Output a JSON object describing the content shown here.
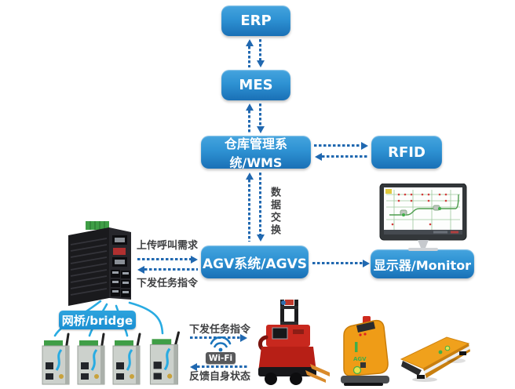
{
  "colors": {
    "node_top": "#45a4de",
    "node_bottom": "#1a70b6",
    "arrow": "#2068b0",
    "bridge": "#1b8fd2",
    "link": "#29abe2",
    "label_ink": "#3f4042",
    "badge": "#58595b"
  },
  "nodes": {
    "erp": {
      "label": "ERP"
    },
    "mes": {
      "label": "MES"
    },
    "wms": {
      "label": "仓库管理系统/WMS"
    },
    "rfid": {
      "label": "RFID"
    },
    "agvs": {
      "label": "AGV系统/AGVS"
    },
    "monitor": {
      "label": "显示器/Monitor"
    },
    "bridge": {
      "label": "网桥/bridge"
    }
  },
  "edge_labels": {
    "data_exchange": "数据交换",
    "upload_call_request": "上传呼叫需求",
    "dispatch_task_upper": "下发任务指令",
    "dispatch_task_lower": "下发任务指令",
    "feedback_own_status": "反馈自身状态",
    "wifi": "Wi-Fi"
  },
  "markings": {
    "box_agv": "AGV"
  },
  "icons": {
    "wifi": "wifi-icon"
  }
}
